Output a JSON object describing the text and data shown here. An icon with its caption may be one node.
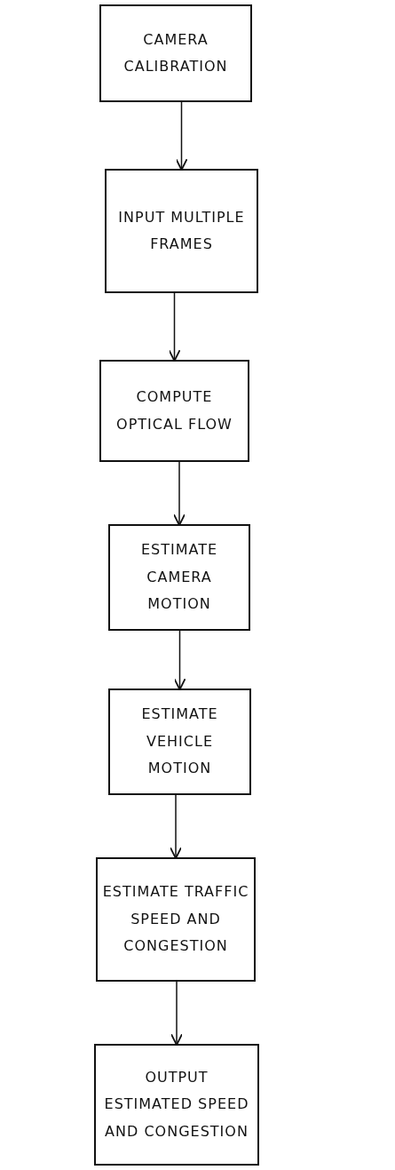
{
  "diagram": {
    "nodes": [
      {
        "text": [
          "CAMERA CALIBRATION"
        ]
      },
      {
        "text": [
          "INPUT MULTIPLE FRAMES"
        ]
      },
      {
        "text": [
          "COMPUTE OPTICAL FLOW"
        ]
      },
      {
        "text": [
          "ESTIMATE CAMERA MOTION"
        ]
      },
      {
        "text": [
          "ESTIMATE VEHICLE MOTION"
        ]
      },
      {
        "text": [
          "ESTIMATE TRAFFIC SPEED AND CONGESTION"
        ]
      },
      {
        "text": [
          "OUTPUT ESTIMATED SPEED AND CONGESTION"
        ]
      }
    ],
    "edges": [
      {
        "from": 0,
        "to": 1,
        "arrow": "to"
      },
      {
        "from": 1,
        "to": 2,
        "arrow": "to"
      },
      {
        "from": 2,
        "to": 3,
        "arrow": "to"
      },
      {
        "from": 3,
        "to": 4,
        "arrow": "to"
      },
      {
        "from": 4,
        "to": 5,
        "arrow": "to"
      },
      {
        "from": 5,
        "to": 6,
        "arrow": "to"
      }
    ]
  }
}
